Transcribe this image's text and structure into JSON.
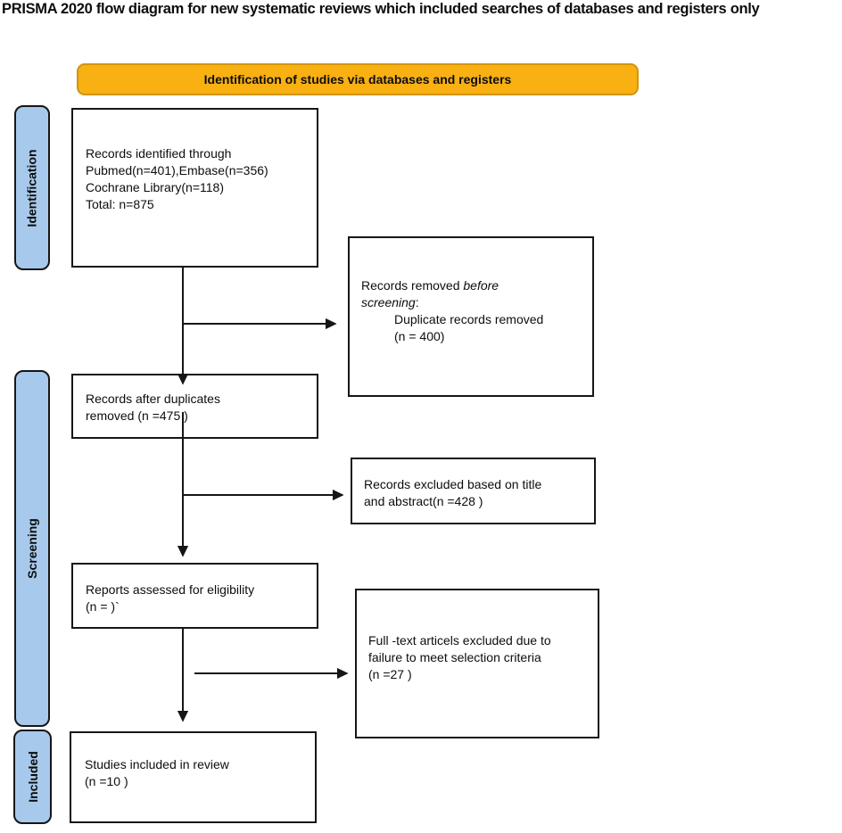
{
  "title": "PRISMA 2020 flow diagram for new systematic reviews which included searches of databases and registers only",
  "header": {
    "label": "Identification of studies via databases and registers"
  },
  "stages": [
    {
      "label": "Identification"
    },
    {
      "label": "Screening"
    },
    {
      "label": "Included"
    }
  ],
  "boxes": {
    "identified": {
      "lines": [
        "Records identified through",
        "Pubmed(n=401),Embase(n=356)",
        "Cochrane Library(n=118)",
        "Total: n=875"
      ]
    },
    "removed": {
      "pre": "Records removed ",
      "italic_part1": "before",
      "italic_part2": "screening",
      "colon": ":",
      "indent1": "Duplicate records removed",
      "indent2": "(n = 400)"
    },
    "after_duplicates": {
      "lines": [
        "Records after duplicates",
        "removed (n =475 )"
      ]
    },
    "excluded_title_abstract": {
      "lines": [
        "Records excluded based on title",
        "and abstract(n =428 )"
      ]
    },
    "assessed_eligibility": {
      "lines": [
        "Reports assessed for eligibility",
        "(n = )`"
      ]
    },
    "fulltext_excluded": {
      "lines": [
        "Full -text articels excluded due to",
        "failure to meet selection criteria",
        "(n =27 )"
      ]
    },
    "studies_included": {
      "lines": [
        "Studies included in review",
        "(n =10 )"
      ]
    }
  },
  "colors": {
    "header_bg": "#F8B013",
    "header_border": "#D2950C",
    "stage_bg": "#A7C9EB",
    "box_border": "#161616",
    "arrow": "#161616",
    "text": "#0d0d0d",
    "background": "#ffffff"
  }
}
